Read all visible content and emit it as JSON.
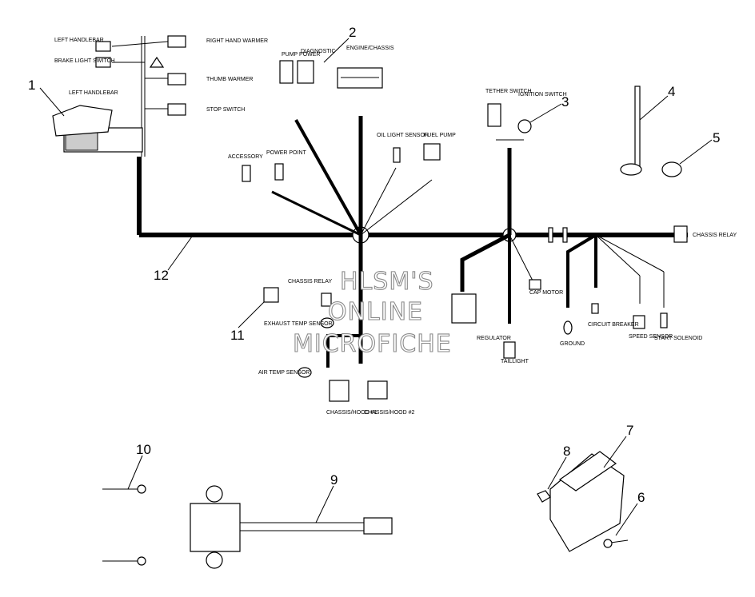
{
  "watermark": {
    "line1": "HLSM'S",
    "line2": "ONLINE",
    "line3": "MICROFICHE"
  },
  "callouts": {
    "c1": "1",
    "c2": "2",
    "c3": "3",
    "c4": "4",
    "c5": "5",
    "c6": "6",
    "c7": "7",
    "c8": "8",
    "c9": "9",
    "c10": "10",
    "c11": "11",
    "c12": "12"
  },
  "labels": {
    "left_handlebar_top": "LEFT HANDLEBAR",
    "brake_light_switch": "BRAKE LIGHT SWITCH",
    "left_handlebar": "LEFT HANDLEBAR",
    "right_hand_warmer": "RIGHT HAND WARMER",
    "thumb_warmer": "THUMB WARMER",
    "stop_switch": "STOP SWITCH",
    "pump_power": "PUMP POWER",
    "diagnostic": "DIAGNOSTIC",
    "engine_chassis": "ENGINE/CHASSIS",
    "tether_switch": "TETHER SWITCH",
    "ignition_switch": "IGNITION SWITCH",
    "accessory": "ACCESSORY",
    "power_point": "POWER POINT",
    "oil_light_sensor": "OIL LIGHT SENSOR",
    "fuel_pump": "FUEL PUMP",
    "chassis_relay_right": "CHASSIS RELAY",
    "chassis_relay_left": "CHASSIS RELAY",
    "exhaust_temp_sensor": "EXHAUST TEMP SENSOR",
    "air_temp_sensor": "AIR TEMP SENSOR",
    "chassis_hood_1": "CHASSIS/HOOD #1",
    "chassis_hood_2": "CHASSIS/HOOD #2",
    "regulator": "REGULATOR",
    "cap_motor": "CAP MOTOR",
    "taillight": "TAILLIGHT",
    "ground": "GROUND",
    "circuit_breaker": "CIRCUIT BREAKER",
    "speed_sensor": "SPEED SENSOR",
    "start_solenoid": "START SOLENOID"
  }
}
